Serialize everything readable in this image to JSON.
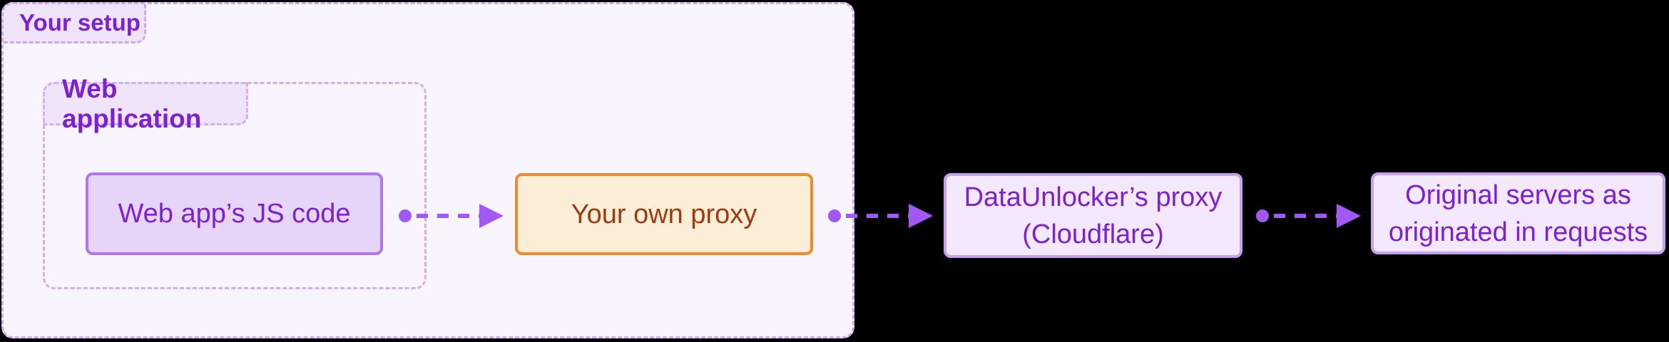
{
  "diagram": {
    "groups": {
      "your_setup": {
        "label": "Your setup"
      },
      "web_application": {
        "label": "Web application"
      }
    },
    "nodes": {
      "web_app_js_code": {
        "lines": [
          "Web app’s JS code"
        ]
      },
      "your_own_proxy": {
        "lines": [
          "Your own proxy"
        ]
      },
      "dataunlocker_proxy": {
        "lines": [
          "DataUnlocker’s proxy",
          "(Cloudflare)"
        ]
      },
      "original_servers": {
        "lines": [
          "Original servers as",
          "originated in requests"
        ]
      }
    },
    "edges": [
      {
        "from": "web_app_js_code",
        "to": "your_own_proxy"
      },
      {
        "from": "your_own_proxy",
        "to": "dataunlocker_proxy"
      },
      {
        "from": "dataunlocker_proxy",
        "to": "original_servers"
      }
    ],
    "colors": {
      "canvas_background": "#000000",
      "group_fill": "#f8f5fe",
      "group_border": "#cba8ef",
      "label_fill": "#f0e4fa",
      "label_text": "#7d21ce",
      "node_purple_fill": "#e7d4f9",
      "node_purple_border": "#b176ee",
      "node_light_fill": "#f3e8fc",
      "node_light_border": "#c99ff2",
      "node_purple_text": "#7d21ce",
      "node_orange_fill": "#fdeed8",
      "node_orange_border": "#ee8b2e",
      "node_orange_text": "#9c3a10",
      "arrow": "#a158f5"
    }
  }
}
